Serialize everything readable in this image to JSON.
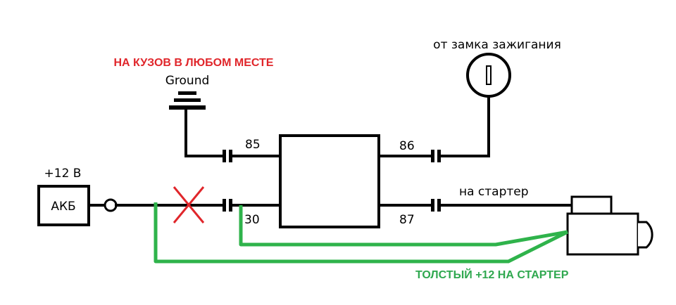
{
  "labels": {
    "ground_note": "НА КУЗОВ В ЛЮБОМ МЕСТЕ",
    "ground": "Ground",
    "ignition": "от замка зажигания",
    "battery_voltage": "+12 В",
    "battery": "АКБ",
    "pin_85": "85",
    "pin_86": "86",
    "pin_30": "30",
    "pin_87": "87",
    "starter": "на стартер",
    "thick_wire_note": "ТОЛСТЫЙ +12 НА СТАРТЕР"
  },
  "colors": {
    "ground_note": "#e0262b",
    "thick_wire": "#2fb34b",
    "cross": "#e0262b"
  }
}
